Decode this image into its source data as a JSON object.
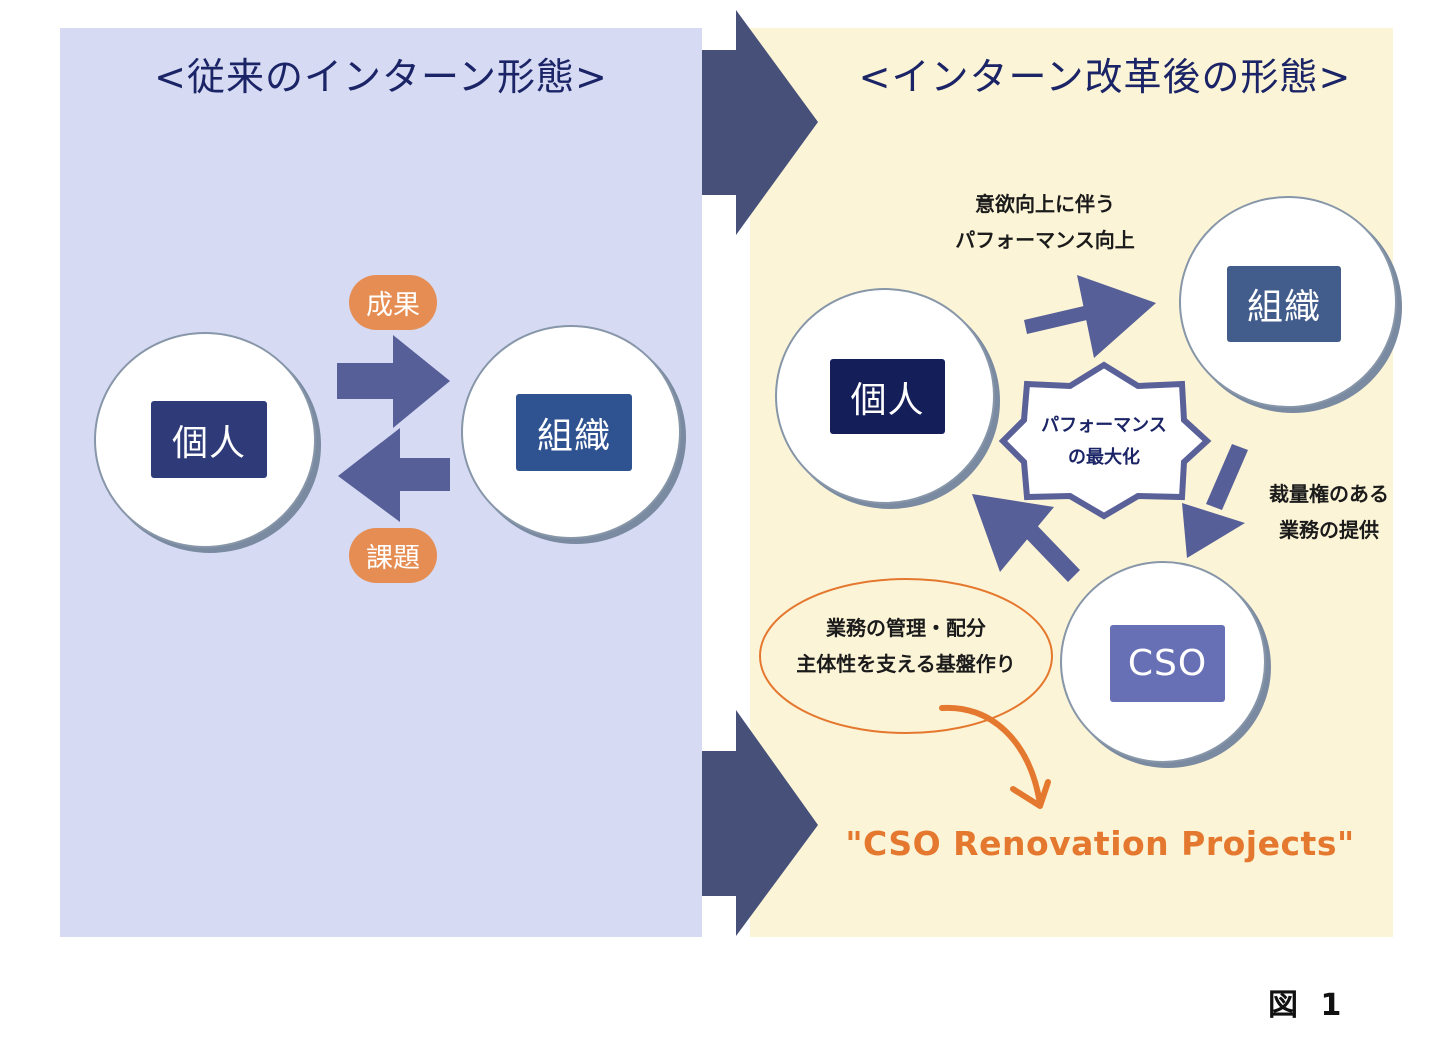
{
  "colors": {
    "left_panel_bg": "#d6daf3",
    "right_panel_bg": "#fcf4d6",
    "title_text": "#1a2466",
    "big_arrow": "#465079",
    "flow_arrow": "#565f98",
    "pill_orange": "#e58d53",
    "accent_orange": "#e5782f",
    "circle_shadow": "#7a8aa0"
  },
  "left_panel": {
    "title": "<従来のインターン形態>",
    "nodes": [
      {
        "label": "個人",
        "color": "#2e3b78"
      },
      {
        "label": "組織",
        "color": "#2f5290"
      }
    ],
    "flows": [
      {
        "label": "成果",
        "direction": "個人→組織"
      },
      {
        "label": "課題",
        "direction": "組織→個人"
      }
    ]
  },
  "right_panel": {
    "title": "<インターン改革後の形態>",
    "nodes": [
      {
        "label": "個人",
        "color": "#141f5a"
      },
      {
        "label": "組織",
        "color": "#425d8c"
      },
      {
        "label": "CSO",
        "color": "#6770b5"
      }
    ],
    "center_burst": {
      "line1": "パフォーマンス",
      "line2": "の最大化"
    },
    "annotations": {
      "top": {
        "line1": "意欲向上に伴う",
        "line2": "パフォーマンス向上"
      },
      "right": {
        "line1": "裁量権のある",
        "line2": "業務の提供"
      },
      "ellipse": {
        "line1": "業務の管理・配分",
        "line2": "主体性を支える基盤作り"
      }
    },
    "project_label": "\"CSO Renovation Projects\""
  },
  "figure_caption": "図 1"
}
